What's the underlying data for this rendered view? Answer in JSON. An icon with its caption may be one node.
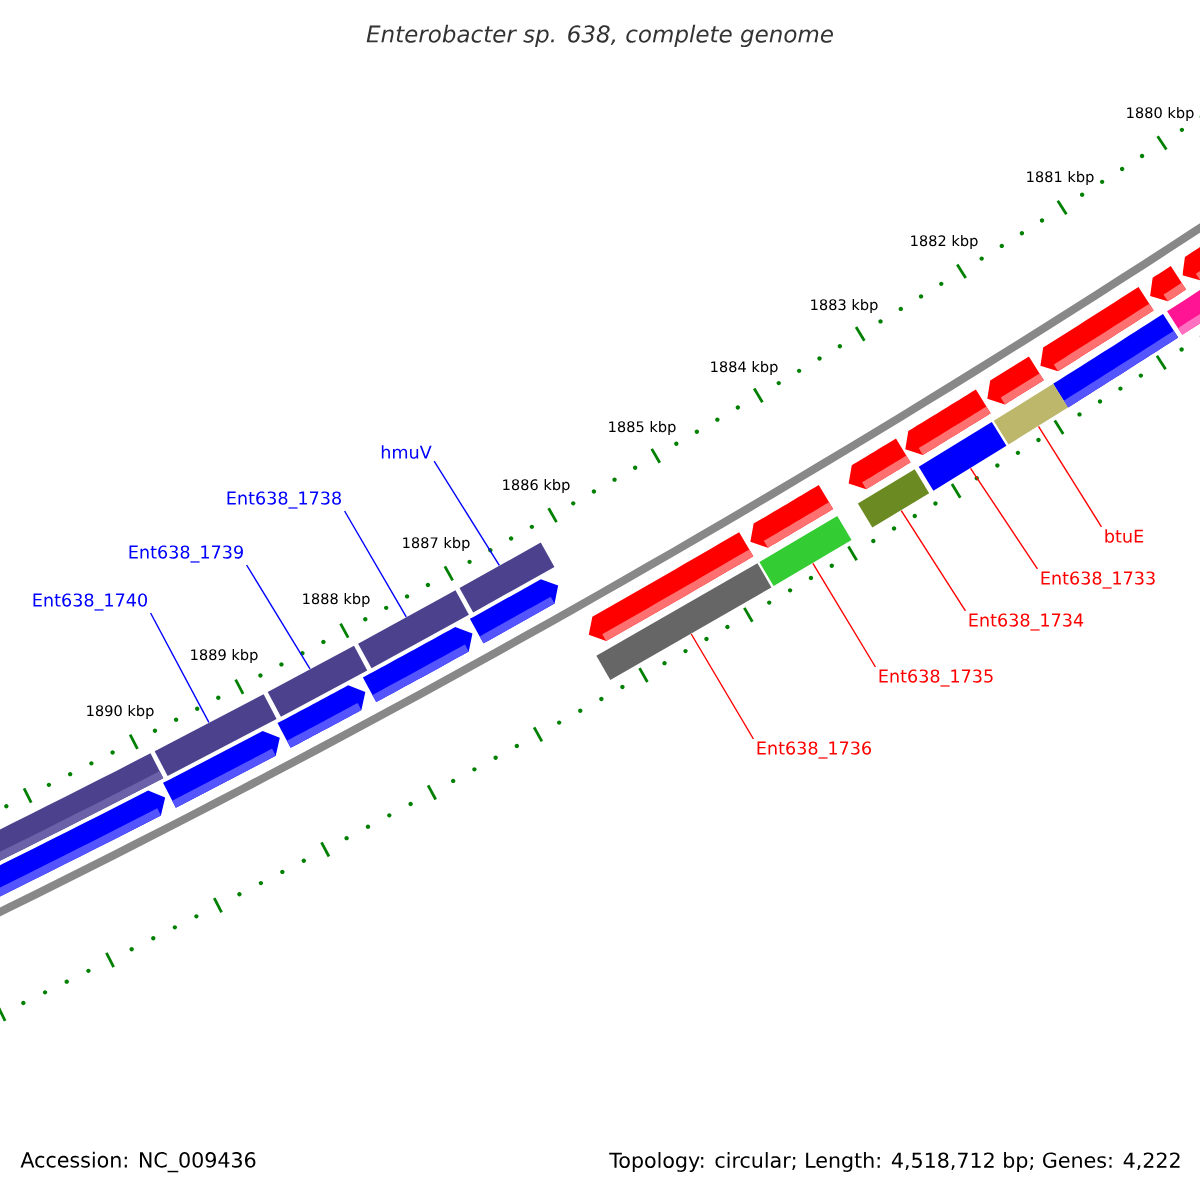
{
  "diagram": {
    "title": "Enterobacter sp. 638, complete genome",
    "nodes": [
      {
        "text": [
          "hmuV"
        ]
      },
      {
        "text": [
          "Ent638_1738"
        ]
      },
      {
        "text": [
          "Ent638_1739"
        ]
      },
      {
        "text": [
          "Ent638_1740"
        ]
      },
      {
        "text": [
          "btuE"
        ]
      },
      {
        "text": [
          "Ent638_1733"
        ]
      },
      {
        "text": [
          "Ent638_1734"
        ]
      },
      {
        "text": [
          "Ent638_1735"
        ]
      },
      {
        "text": [
          "Ent638_1736"
        ]
      },
      {
        "text": [],
        "shape": "bar"
      },
      {
        "text": [],
        "shape": "bar"
      },
      {
        "text": [],
        "shape": "bar"
      },
      {
        "text": [],
        "shape": "bar"
      },
      {
        "text": [],
        "shape": "bar"
      },
      {
        "text": [],
        "shape": "bar"
      },
      {
        "text": [],
        "shape": "bar"
      },
      {
        "text": [],
        "shape": "bar"
      },
      {
        "text": [],
        "shape": "bar"
      }
    ],
    "edges": [
      {
        "from": 0,
        "to": 12,
        "arrow": "none",
        "color": "#0000ff"
      },
      {
        "from": 1,
        "to": 11,
        "arrow": "none",
        "color": "#0000ff"
      },
      {
        "from": 2,
        "to": 10,
        "arrow": "none",
        "color": "#0000ff"
      },
      {
        "from": 3,
        "to": 9,
        "arrow": "none",
        "color": "#0000ff"
      },
      {
        "from": 4,
        "to": 17,
        "arrow": "none"
      },
      {
        "from": 5,
        "to": 16,
        "arrow": "none"
      },
      {
        "from": 6,
        "to": 15,
        "arrow": "none"
      },
      {
        "from": 7,
        "to": 14,
        "arrow": "none"
      },
      {
        "from": 8,
        "to": 13,
        "arrow": "none"
      }
    ],
    "labels": [
      "1880 kbp",
      "1881 kbp",
      "1882 kbp",
      "1883 kbp",
      "1884 kbp",
      "1885 kbp",
      "1886 kbp",
      "1887 kbp",
      "1888 kbp",
      "1889 kbp",
      "1890 kbp",
      "Accession: NC_009436",
      "Topology: circular; Length: 4,518,712 bp; Genes: 4,222"
    ]
  }
}
